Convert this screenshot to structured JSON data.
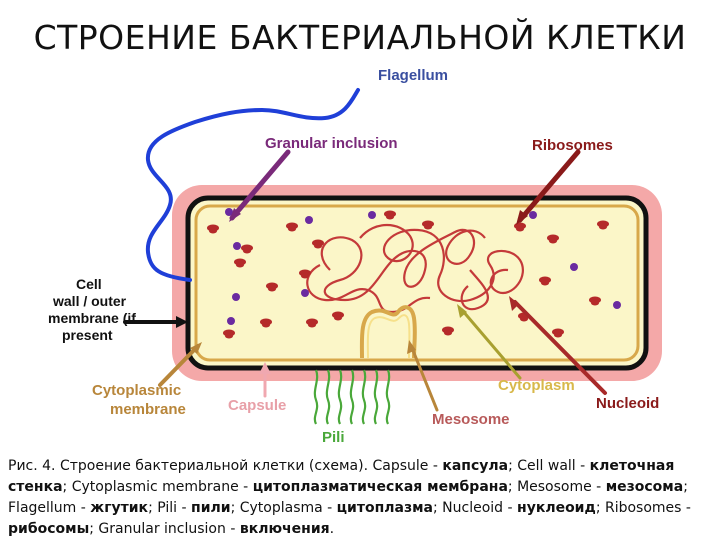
{
  "title": "СТРОЕНИЕ БАКТЕРИАЛЬНОЙ КЛЕТКИ",
  "labels": {
    "flagellum": "Flagellum",
    "granular_inclusion": "Granular inclusion",
    "ribosomes": "Ribosomes",
    "cell_wall_1": "Cell",
    "cell_wall_2": "wall / outer",
    "cell_wall_3": "membrane (if",
    "cell_wall_4": "present",
    "cytoplasmic_membrane_1": "Cytoplasmic",
    "cytoplasmic_membrane_2": "membrane",
    "capsule": "Capsule",
    "pili": "Pili",
    "mesosome": "Mesosome",
    "cytoplasm": "Cytoplasm",
    "nucleoid": "Nucleoid"
  },
  "colors": {
    "label_blue": "#3a4fa0",
    "label_purple": "#7a2a7a",
    "label_red": "#8a1a1a",
    "label_orange": "#b8863a",
    "label_green": "#4aa83a",
    "capsule_pink": "#f4a8a8",
    "cytoplasm_yellow": "#fbf6c8",
    "flagellum_blue": "#1f3fd8",
    "nucleoid_red": "#c43a3a",
    "ribosome_red": "#b52a2a",
    "granule_purple": "#6a2aa0"
  },
  "caption": {
    "p1": "Рис. 4. Строение бактериальной клетки (схема). Capsule - ",
    "b1": "капсула",
    "p2": "; Cell wall - ",
    "b2": "клеточная стенка",
    "p3": "; Cytoplasmic membrane - ",
    "b3": "цитоплазматическая мембрана",
    "p4": "; Mesosome - ",
    "b4": "мезосома",
    "p5": "; Flagellum - ",
    "b5": "жгутик",
    "p6": "; Pili - ",
    "b6": "пили",
    "p7": "; Cytoplasma - ",
    "b7": "цитоплазма",
    "p8": "; Nucleoid - ",
    "b8": "нуклеоид",
    "p9": "; Ribosomes - ",
    "b9": "рибосомы",
    "p10": "; Granular inclusion - ",
    "b10": "включения",
    "p11": "."
  }
}
